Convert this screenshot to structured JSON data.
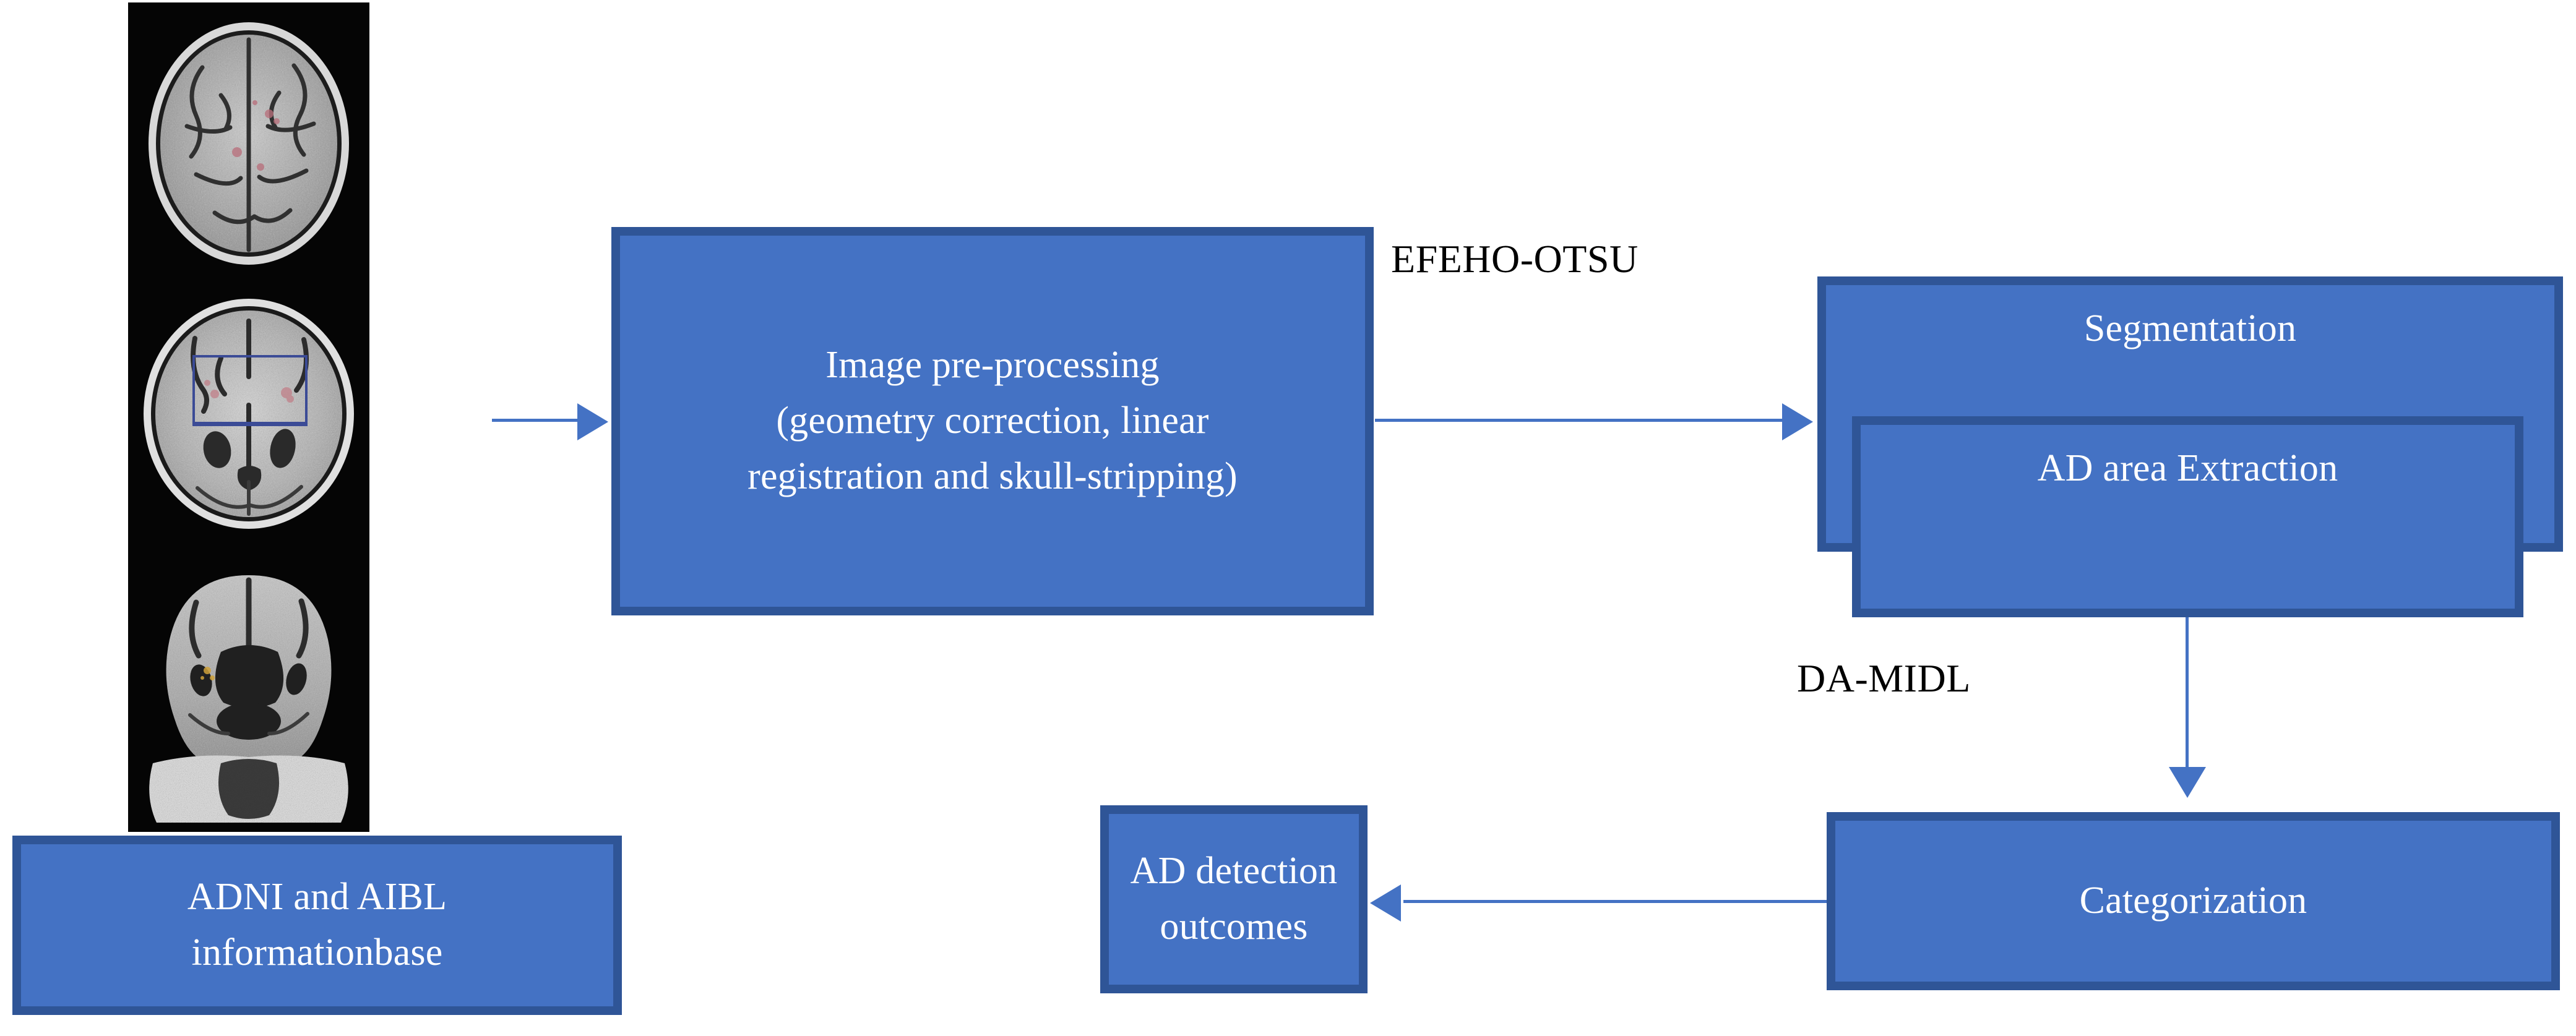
{
  "diagram": {
    "title": "AD detection pipeline flowchart",
    "colors": {
      "box_fill": "#4472C4",
      "box_border": "#2F5597",
      "box_text": "#ffffff",
      "connector": "#4472C4",
      "edge_label_text": "#000000",
      "canvas_background": "#ffffff",
      "mri_background": "#050505",
      "roi_outline": "#3B4B96"
    },
    "nodes": [
      {
        "id": "database",
        "label": "ADNI and AIBL\ninformationbase"
      },
      {
        "id": "preprocessing",
        "label": "Image pre-processing\n(geometry correction, linear\nregistration and skull-stripping)"
      },
      {
        "id": "segmentation",
        "label": "Segmentation"
      },
      {
        "id": "ad_area",
        "label": "AD area Extraction"
      },
      {
        "id": "categorization",
        "label": "Categorization"
      },
      {
        "id": "outcomes",
        "label": "AD detection\noutcomes"
      }
    ],
    "edge_labels": [
      {
        "id": "efeho_otsu",
        "label": "EFEHO-OTSU"
      },
      {
        "id": "da_midl",
        "label": "DA-MIDL"
      }
    ],
    "connectors": [
      {
        "id": "brain-to-preprocessing",
        "direction": "right"
      },
      {
        "id": "preprocessing-to-segmentation",
        "direction": "right"
      },
      {
        "id": "adarea-to-categorization",
        "direction": "down"
      },
      {
        "id": "categorization-to-outcomes",
        "direction": "left"
      }
    ],
    "mri": {
      "caption": "Stacked MRI brain slices",
      "slices": [
        {
          "id": "axial_superior",
          "view": "axial"
        },
        {
          "id": "axial_mid",
          "view": "axial"
        },
        {
          "id": "coronal",
          "view": "coronal"
        }
      ]
    }
  }
}
